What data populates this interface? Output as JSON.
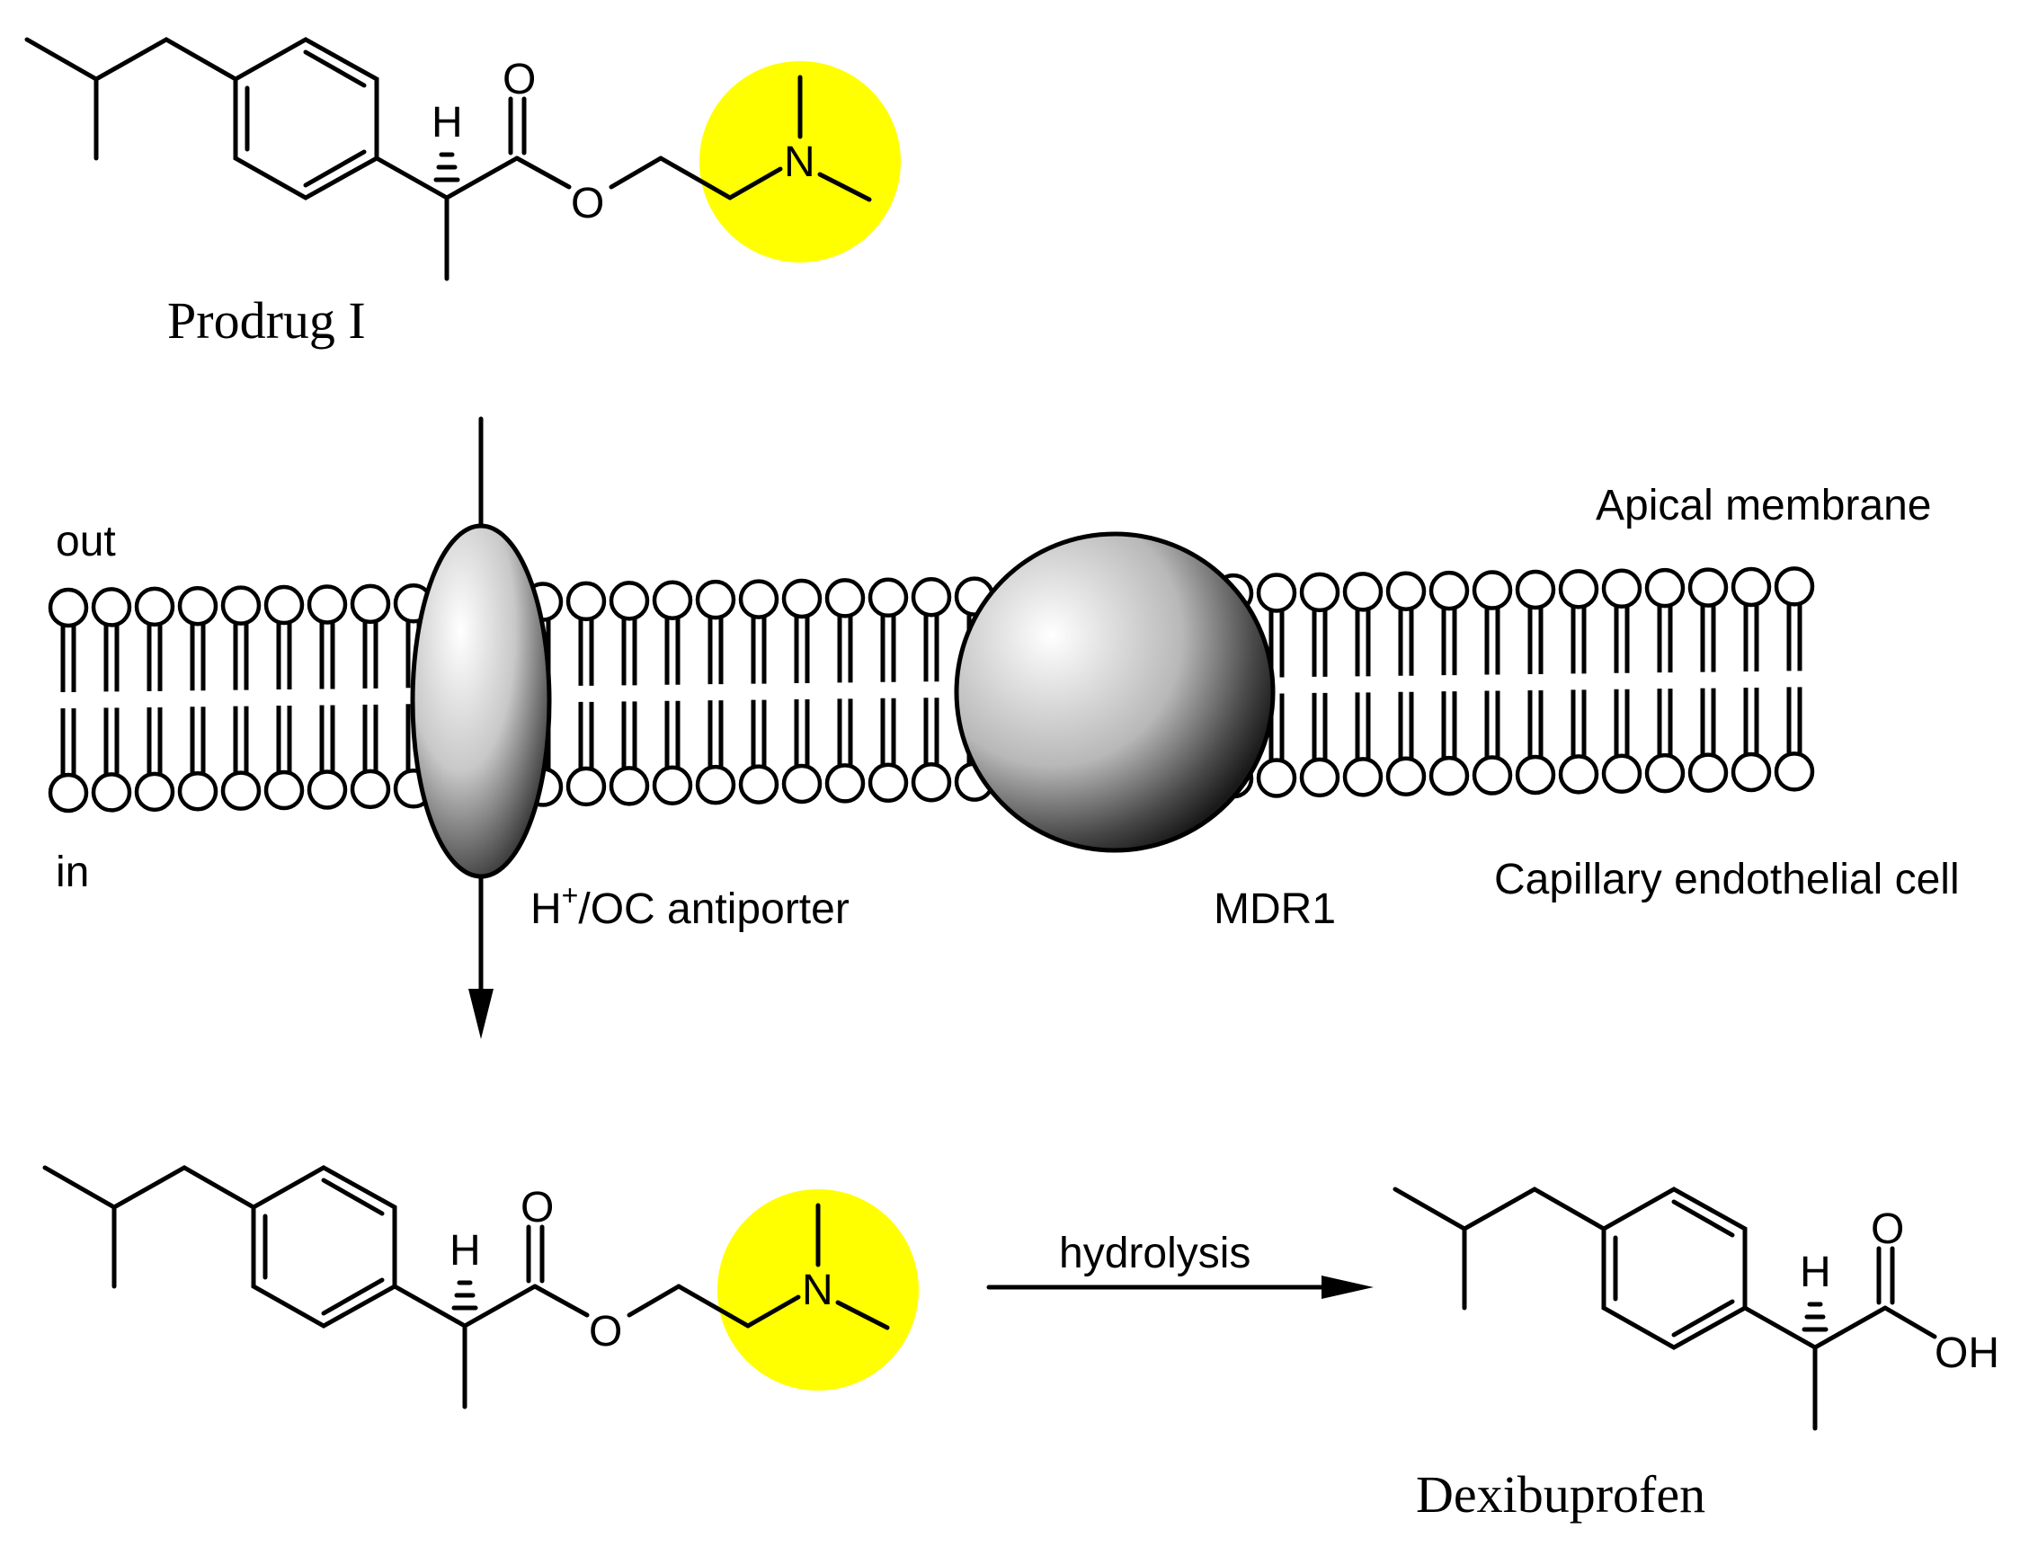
{
  "labels": {
    "prodrug_name": "Prodrug I",
    "product_name": "Dexibuprofen",
    "out": "out",
    "in": "in",
    "apical": "Apical membrane",
    "capillary": "Capillary endothelial cell",
    "antiporter_h": "H",
    "antiporter_plus": "+",
    "antiporter_rest": "/OC antiporter",
    "mdr1": "MDR1",
    "hydrolysis": "hydrolysis"
  },
  "atoms": {
    "H": "H",
    "O": "O",
    "N": "N",
    "OH": "OH"
  },
  "colors": {
    "highlight": "#ffff00",
    "ink": "#000000"
  }
}
